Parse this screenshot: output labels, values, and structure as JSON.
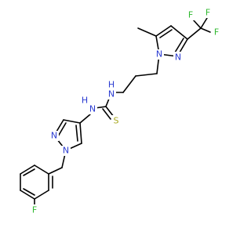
{
  "molecule": {
    "colors": {
      "carbon": "#000000",
      "nitrogen": "#2a3bd1",
      "sulfur": "#a8a820",
      "fluorine": "#2fb82f",
      "background": "#ffffff"
    },
    "atom_labels": {
      "f_top": "F",
      "f_right": "F",
      "f_left": "F",
      "n_pz1_n2": "N",
      "n_pz1_n1": "N",
      "nh_upper": "H",
      "n_upper": "N",
      "s_thio": "S",
      "nh_lower": "H",
      "n_lower": "N",
      "n_pz2_n1": "N",
      "n_pz2_n2": "N",
      "f_aryl": "F"
    }
  }
}
